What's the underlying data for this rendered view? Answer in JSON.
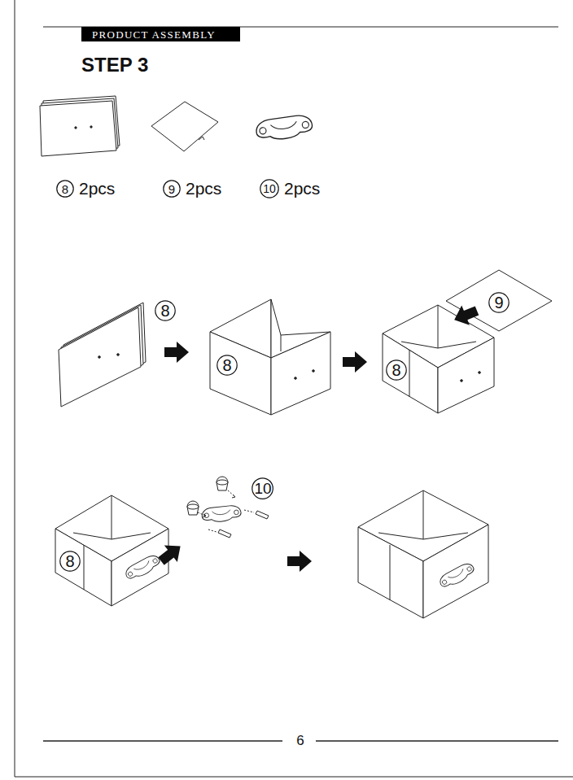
{
  "diagram": {
    "title": "STEP 3",
    "nodes": [
      {
        "text": [
          "PRODUCT ASSEMBLY"
        ]
      },
      {
        "text": [
          "8"
        ]
      },
      {
        "text": [
          "9"
        ]
      },
      {
        "text": [
          "10"
        ]
      },
      {
        "text": [
          "8"
        ]
      },
      {
        "text": [
          "8"
        ]
      },
      {
        "text": [
          "8"
        ]
      },
      {
        "text": [
          "9"
        ]
      },
      {
        "text": [
          "10"
        ]
      },
      {
        "text": [
          "8"
        ]
      }
    ],
    "labels": [
      "2pcs",
      "2pcs",
      "2pcs",
      "6"
    ]
  }
}
